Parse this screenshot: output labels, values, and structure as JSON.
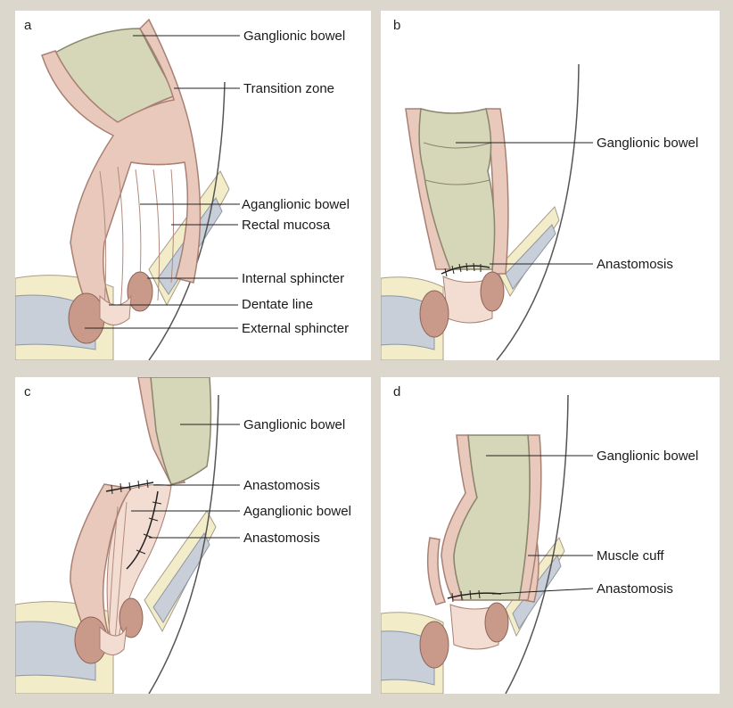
{
  "panels": {
    "a": {
      "letter": "a",
      "labels": [
        "Ganglionic bowel",
        "Transition zone",
        "Aganglionic bowel",
        "Rectal mucosa",
        "Internal sphincter",
        "Dentate line",
        "External sphincter"
      ]
    },
    "b": {
      "letter": "b",
      "labels": [
        "Ganglionic bowel",
        "Anastomosis"
      ]
    },
    "c": {
      "letter": "c",
      "labels": [
        "Ganglionic bowel",
        "Anastomosis",
        "Aganglionic bowel",
        "Anastomosis"
      ]
    },
    "d": {
      "letter": "d",
      "labels": [
        "Ganglionic bowel",
        "Muscle cuff",
        "Anastomosis"
      ]
    }
  },
  "colors": {
    "background": "#dcd7cc",
    "panel": "#ffffff",
    "ganglionic_bowel": "#d6d6b8",
    "bowel_wall": "#e8c9bc",
    "mucosa": "#f3ddd3",
    "sphincter": "#c99a8a",
    "muscle": "#c8cfd9",
    "fat": "#f3ecc8"
  }
}
